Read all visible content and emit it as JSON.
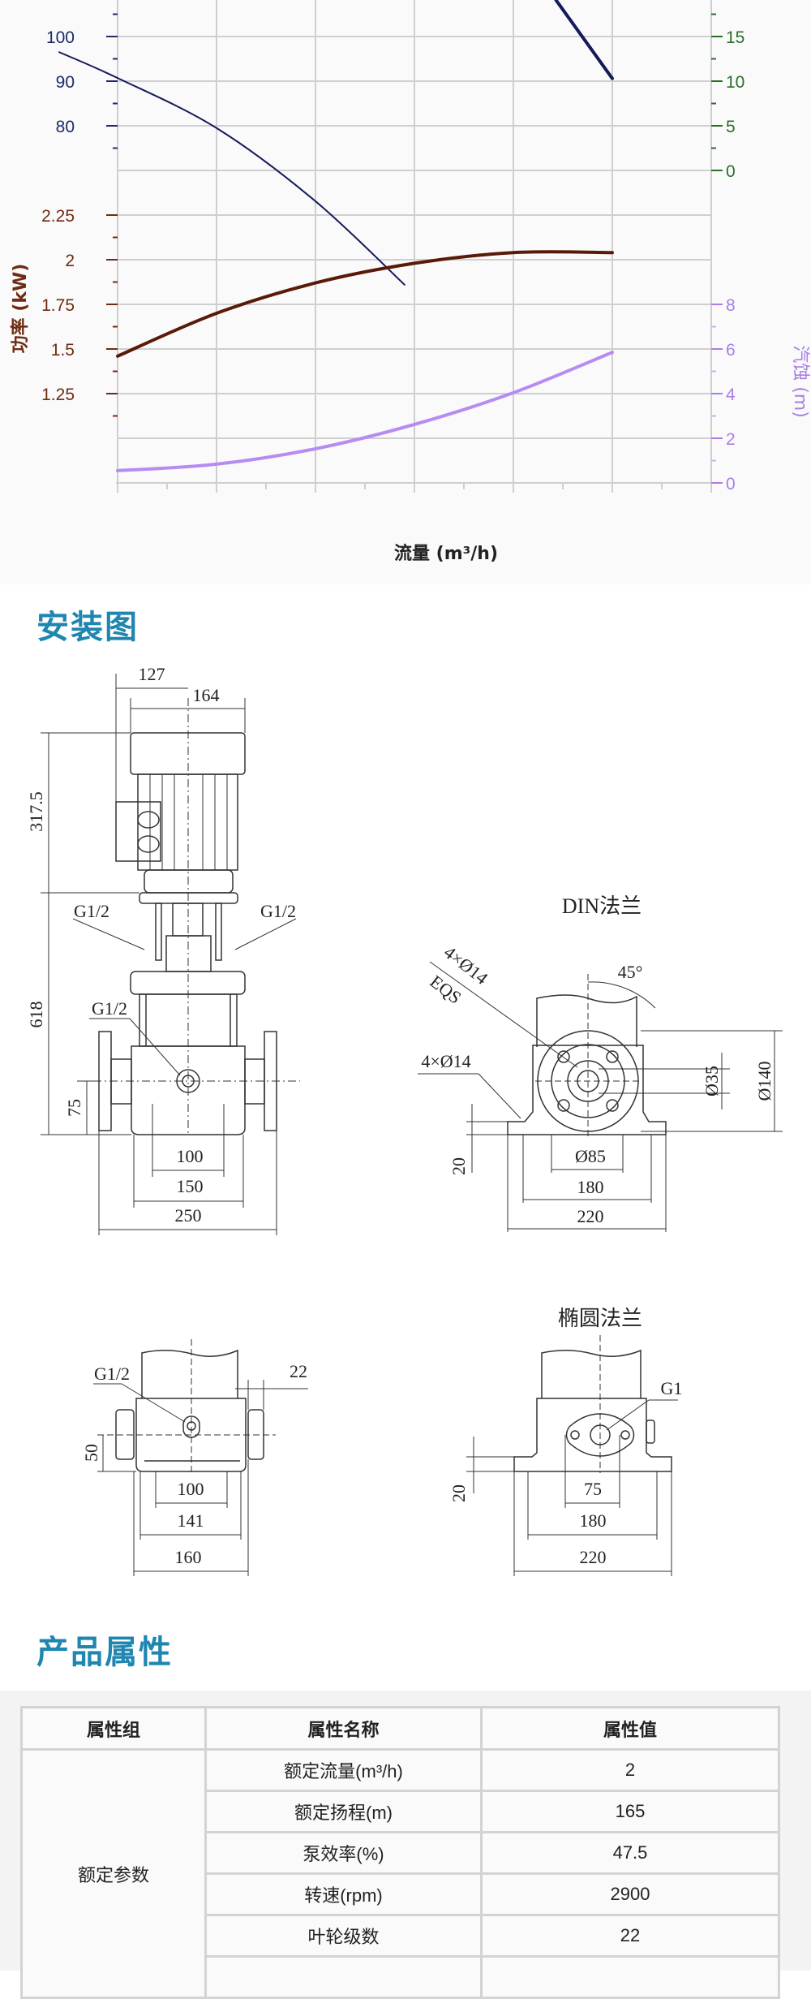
{
  "chart_data": {
    "type": "line",
    "xlabel": "流量 (m³/h)",
    "ylabel_left_power": "功率 (kW)",
    "ylabel_right_npsh": "汽蚀 (m)",
    "grid": true,
    "x_ticks_labeled": false,
    "axes": {
      "head_left": {
        "ticks": [
          "100",
          "90",
          "80"
        ],
        "color": "#1d2a6b"
      },
      "power_left": {
        "ticks": [
          "2.25",
          "2",
          "1.75",
          "1.5",
          "1.25"
        ],
        "color": "#6e2c12"
      },
      "efficiency_right": {
        "ticks": [
          "15",
          "10",
          "5",
          "0"
        ],
        "color": "#2a6e2a"
      },
      "npsh_right": {
        "ticks": [
          "8",
          "6",
          "4",
          "2",
          "0"
        ],
        "color": "#a97ee8"
      }
    },
    "series": [
      {
        "name": "head",
        "axis": "head_left",
        "color": "#141a5c",
        "x": [
          -0.59,
          0,
          1,
          2,
          2.9
        ],
        "values": [
          96.5,
          90.7,
          79.5,
          63.1,
          44.4
        ]
      },
      {
        "name": "efficiency",
        "axis": "efficiency_right",
        "color": "#141a5c",
        "x": [
          4.43,
          5
        ],
        "values": [
          19.1,
          10.3
        ]
      },
      {
        "name": "power",
        "axis": "power_left",
        "color": "#5a1a08",
        "x": [
          0,
          1,
          2,
          3,
          4,
          5
        ],
        "values": [
          1.46,
          1.7,
          1.87,
          1.98,
          2.04,
          2.04
        ]
      },
      {
        "name": "npsh",
        "axis": "npsh_right",
        "color": "#b68cf2",
        "x": [
          0,
          1,
          2,
          3,
          4,
          5
        ],
        "values": [
          0.55,
          0.84,
          1.53,
          2.62,
          4.04,
          5.85
        ]
      }
    ]
  },
  "install": {
    "title": "安装图",
    "main_view": {
      "dims": [
        "127",
        "164",
        "317.5",
        "618",
        "75",
        "100",
        "150",
        "250"
      ],
      "ports": [
        "G1/2",
        "G1/2",
        "G1/2"
      ]
    },
    "din_flange": {
      "title": "DIN法兰",
      "dims": [
        "45°",
        "4×Ø14",
        "EQS",
        "4×Ø14",
        "Ø35",
        "Ø140",
        "20",
        "Ø85",
        "180",
        "220"
      ]
    },
    "side_view": {
      "port": "G1/2",
      "dims": [
        "22",
        "50",
        "100",
        "141",
        "160"
      ]
    },
    "oval_flange": {
      "title": "椭圆法兰",
      "port": "G1",
      "dims": [
        "20",
        "75",
        "180",
        "220"
      ]
    }
  },
  "attributes": {
    "title": "产品属性",
    "headers": [
      "属性组",
      "属性名称",
      "属性值"
    ],
    "group": "额定参数",
    "rows": [
      {
        "name": "额定流量(m³/h)",
        "value": "2"
      },
      {
        "name": "额定扬程(m)",
        "value": "165"
      },
      {
        "name": "泵效率(%)",
        "value": "47.5"
      },
      {
        "name": "转速(rpm)",
        "value": "2900"
      },
      {
        "name": "叶轮级数",
        "value": "22"
      }
    ]
  }
}
